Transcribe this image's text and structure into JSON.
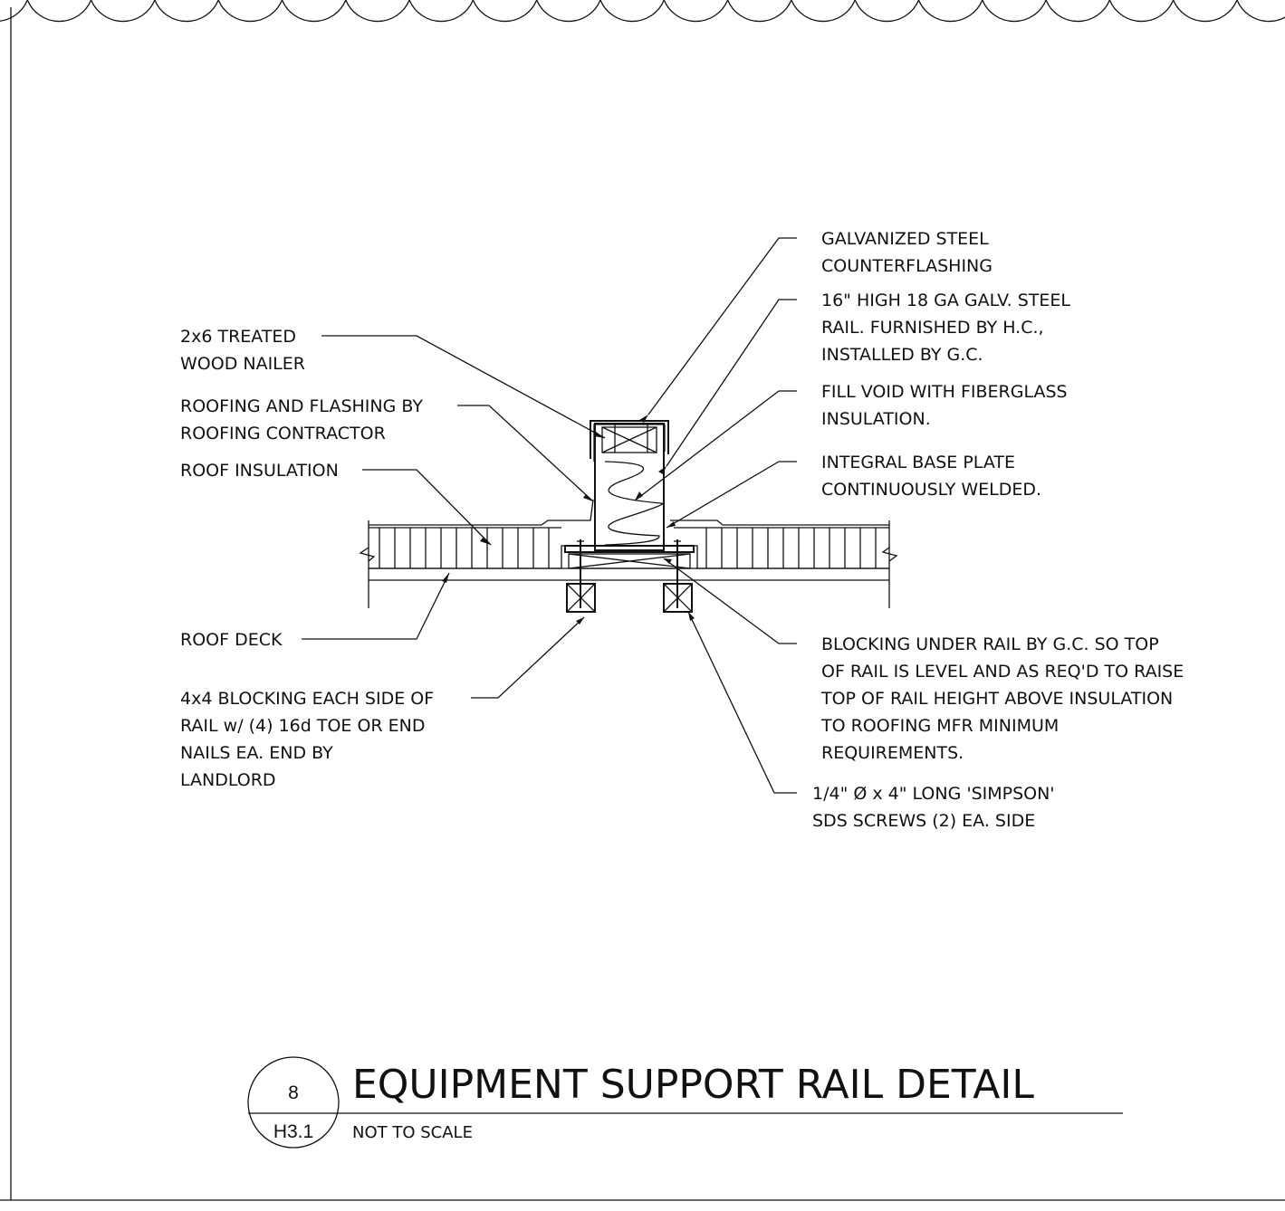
{
  "notes": {
    "counterflashing": [
      "GALVANIZED STEEL",
      "COUNTERFLASHING"
    ],
    "rail": [
      "16\" HIGH 18 GA GALV. STEEL",
      "RAIL.  FURNISHED BY H.C.,",
      "INSTALLED BY G.C."
    ],
    "fill_void": [
      "FILL VOID WITH FIBERGLASS",
      "INSULATION."
    ],
    "base_plate": [
      "INTEGRAL BASE PLATE",
      "CONTINUOUSLY WELDED."
    ],
    "nailer": [
      "2x6 TREATED",
      "WOOD NAILER"
    ],
    "roofing": [
      "ROOFING AND FLASHING BY",
      "ROOFING CONTRACTOR"
    ],
    "roof_insulation": [
      "ROOF INSULATION"
    ],
    "roof_deck": [
      "ROOF DECK"
    ],
    "blocking_4x4": [
      "4x4 BLOCKING EACH SIDE OF",
      "RAIL w/ (4) 16d TOE OR END",
      "NAILS EA. END BY",
      "LANDLORD"
    ],
    "blocking_under": [
      "BLOCKING UNDER RAIL BY G.C. SO TOP",
      "OF RAIL IS LEVEL AND AS REQ'D TO RAISE",
      "TOP OF RAIL HEIGHT ABOVE INSULATION",
      "TO ROOFING MFR MINIMUM",
      "REQUIREMENTS."
    ],
    "screws": [
      "1/4\" Ø x 4\" LONG 'SIMPSON'",
      "SDS SCREWS (2) EA. SIDE"
    ]
  },
  "title_block": {
    "detail_number": "8",
    "sheet_number": "H3.1",
    "title": "EQUIPMENT SUPPORT RAIL DETAIL",
    "scale": "NOT TO SCALE"
  }
}
